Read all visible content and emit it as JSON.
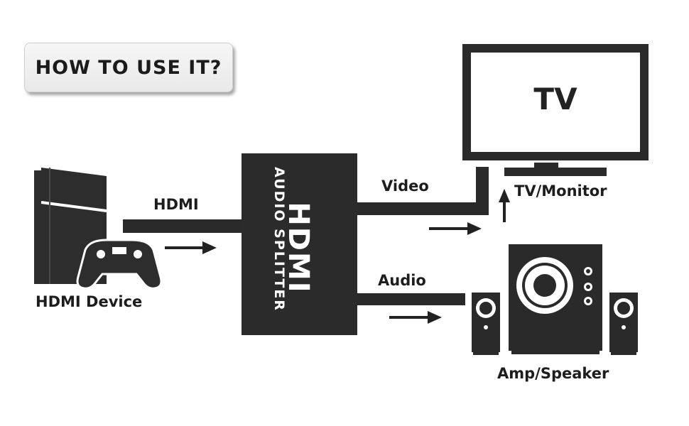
{
  "title": "HOW TO USE IT?",
  "labels": {
    "hdmi_cable": "HDMI",
    "hdmi_device": "HDMI Device",
    "splitter_main": "HDMI",
    "splitter_sub": "AUDIO SPLITTER",
    "video": "Video",
    "audio": "Audio",
    "tv_screen": "TV",
    "tv_monitor": "TV/Monitor",
    "amp_speaker": "Amp/Speaker"
  },
  "icons": [
    "console-icon",
    "gamepad-icon",
    "tv-icon",
    "speaker-icon",
    "arrow-icon"
  ],
  "colors": {
    "ink": "#2a2a2a",
    "box": "#2b2b2b"
  }
}
